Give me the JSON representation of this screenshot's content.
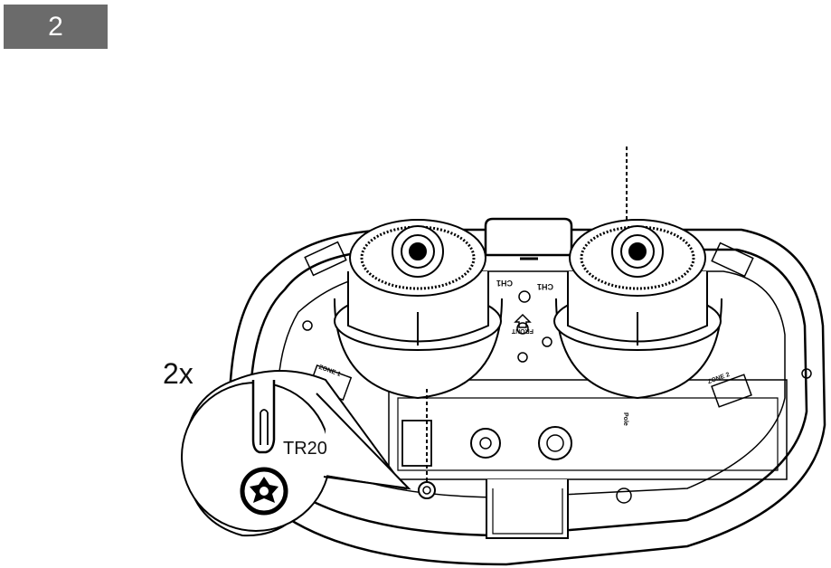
{
  "step": {
    "number": "2"
  },
  "callout": {
    "quantity": "2x",
    "bit_label": "TR20"
  },
  "device": {
    "left_channel": "CH1",
    "right_channel": "CH1",
    "front_label": "FRONT",
    "zone_left": "ZONE 1",
    "zone_right": "ZONE 2",
    "side_label": "Pole"
  },
  "icons": {
    "bit": "torx-bit-icon",
    "head": "torx-head-icon",
    "screw": "screw-icon"
  }
}
